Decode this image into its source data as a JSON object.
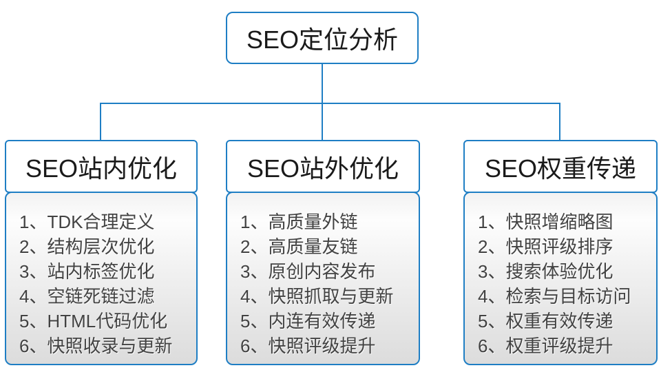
{
  "root": {
    "label": "SEO定位分析"
  },
  "columns": [
    {
      "header": "SEO站内优化",
      "items": [
        "1、TDK合理定义",
        "2、结构层次优化",
        "3、站内标签优化",
        "4、空链死链过滤",
        "5、HTML代码优化",
        "6、快照收录与更新"
      ]
    },
    {
      "header": "SEO站外优化",
      "items": [
        "1、高质量外链",
        "2、高质量友链",
        "3、原创内容发布",
        "4、快照抓取与更新",
        "5、内连有效传递",
        "6、快照评级提升"
      ]
    },
    {
      "header": "SEO权重传递",
      "items": [
        "1、快照增缩略图",
        "2、快照评级排序",
        "3、搜索体验优化",
        "4、检索与目标访问",
        "5、权重有效传递",
        "6、权重评级提升"
      ]
    }
  ],
  "colors": {
    "accent_blue": "#1e7ec4",
    "header_text": "#1a1a1a",
    "item_text": "#424242",
    "list_bg_top": "#fdfdfd",
    "list_bg_bottom": "#dcdcdc"
  }
}
